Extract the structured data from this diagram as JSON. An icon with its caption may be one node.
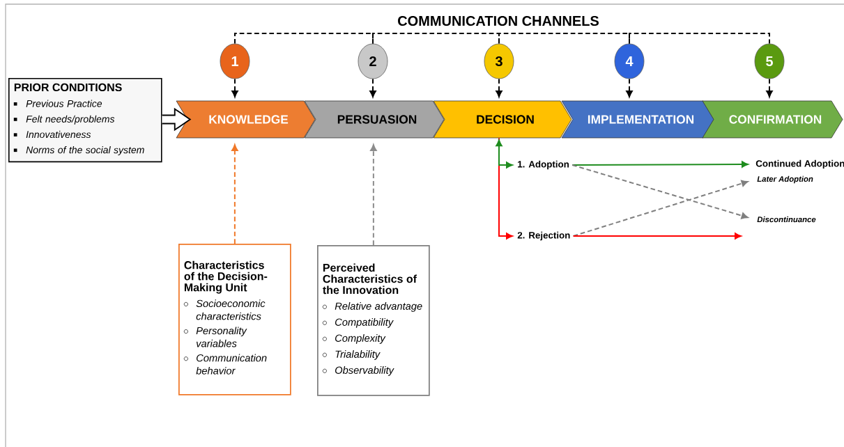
{
  "diagram": {
    "title": "COMMUNICATION CHANNELS",
    "nodes": [
      {
        "text": [
          "PRIOR CONDITIONS",
          "Previous Practice",
          "Felt needs/problems",
          "Innovativeness",
          "Norms of the social system"
        ]
      },
      {
        "text": [
          "1"
        ]
      },
      {
        "text": [
          "2"
        ]
      },
      {
        "text": [
          "3"
        ]
      },
      {
        "text": [
          "4"
        ]
      },
      {
        "text": [
          "5"
        ]
      },
      {
        "text": [
          "KNOWLEDGE"
        ]
      },
      {
        "text": [
          "PERSUASION"
        ]
      },
      {
        "text": [
          "DECISION"
        ]
      },
      {
        "text": [
          "IMPLEMENTATION"
        ]
      },
      {
        "text": [
          "CONFIRMATION"
        ]
      },
      {
        "text": [
          "Characteristics of the Decision-Making Unit",
          "Socioeconomic characteristics",
          "Personality variables",
          "Communication behavior"
        ]
      },
      {
        "text": [
          "Perceived Characteristics of the Innovation",
          "Relative advantage",
          "Compatibility",
          "Complexity",
          "Trialability",
          "Observability"
        ]
      },
      {
        "text": [
          "1.  Adoption"
        ]
      },
      {
        "text": [
          "2.  Rejection"
        ]
      },
      {
        "text": [
          "Continued Adoption"
        ]
      },
      {
        "text": [
          "Later Adoption"
        ]
      },
      {
        "text": [
          "Discontinuance"
        ]
      }
    ],
    "edges": [
      {
        "from": 0,
        "to": 6,
        "arrow": "to",
        "style": "thick"
      },
      {
        "from": 1,
        "to": 6,
        "arrow": "to",
        "style": "dashed"
      },
      {
        "from": 2,
        "to": 7,
        "arrow": "to",
        "style": "dashed"
      },
      {
        "from": 3,
        "to": 8,
        "arrow": "to",
        "style": "dashed"
      },
      {
        "from": 4,
        "to": 9,
        "arrow": "to",
        "style": "dashed"
      },
      {
        "from": 5,
        "to": 10,
        "arrow": "to",
        "style": "dashed"
      },
      {
        "from": 1,
        "to": 2,
        "arrow": "none",
        "style": "dashed"
      },
      {
        "from": 2,
        "to": 3,
        "arrow": "none",
        "style": "dashed"
      },
      {
        "from": 3,
        "to": 4,
        "arrow": "none",
        "style": "dashed"
      },
      {
        "from": 4,
        "to": 5,
        "arrow": "none",
        "style": "dashed"
      },
      {
        "from": 11,
        "to": 6,
        "arrow": "to",
        "style": "dashed",
        "color": "#f07828"
      },
      {
        "from": 12,
        "to": 7,
        "arrow": "to",
        "style": "dashed",
        "color": "#8c8c8c"
      },
      {
        "from": 8,
        "to": 13,
        "arrow": "both",
        "color": "#1e8c1e"
      },
      {
        "from": 8,
        "to": 14,
        "arrow": "to",
        "color": "#ff0000"
      },
      {
        "from": 13,
        "to": 15,
        "arrow": "to",
        "color": "#1e8c1e"
      },
      {
        "from": 13,
        "to": 17,
        "arrow": "to",
        "style": "dashed",
        "color": "#7f7f7f"
      },
      {
        "from": 14,
        "to": 16,
        "arrow": "to",
        "style": "dashed",
        "color": "#7f7f7f"
      },
      {
        "from": 14,
        "to": null,
        "arrow": "to",
        "color": "#ff0000"
      }
    ]
  }
}
